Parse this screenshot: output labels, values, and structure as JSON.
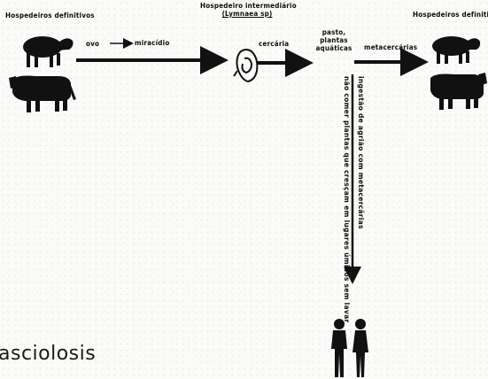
{
  "diagram": {
    "label_definitive_hosts_left": "Hospedeiros definitivos",
    "label_intermediate_host_line1": "Hospedeiro intermediário",
    "label_intermediate_host_line2": "(Lymnaea sp)",
    "label_egg": "ovo",
    "label_miracidium": "miracídio",
    "label_cercaria": "cercária",
    "label_pasture_line1": "pasto,",
    "label_pasture_line2": "plantas",
    "label_pasture_line3": "aquáticas",
    "label_metacercaria": "metacercárias",
    "label_definitive_hosts_right": "Hospedeiros definitivos",
    "label_vertical_outer": "ingestão de agrião com metacercárias",
    "label_vertical_inner": "não comer plantas que cresçam em lugares úmidos sem lavar",
    "title_text": "asciolosis"
  }
}
